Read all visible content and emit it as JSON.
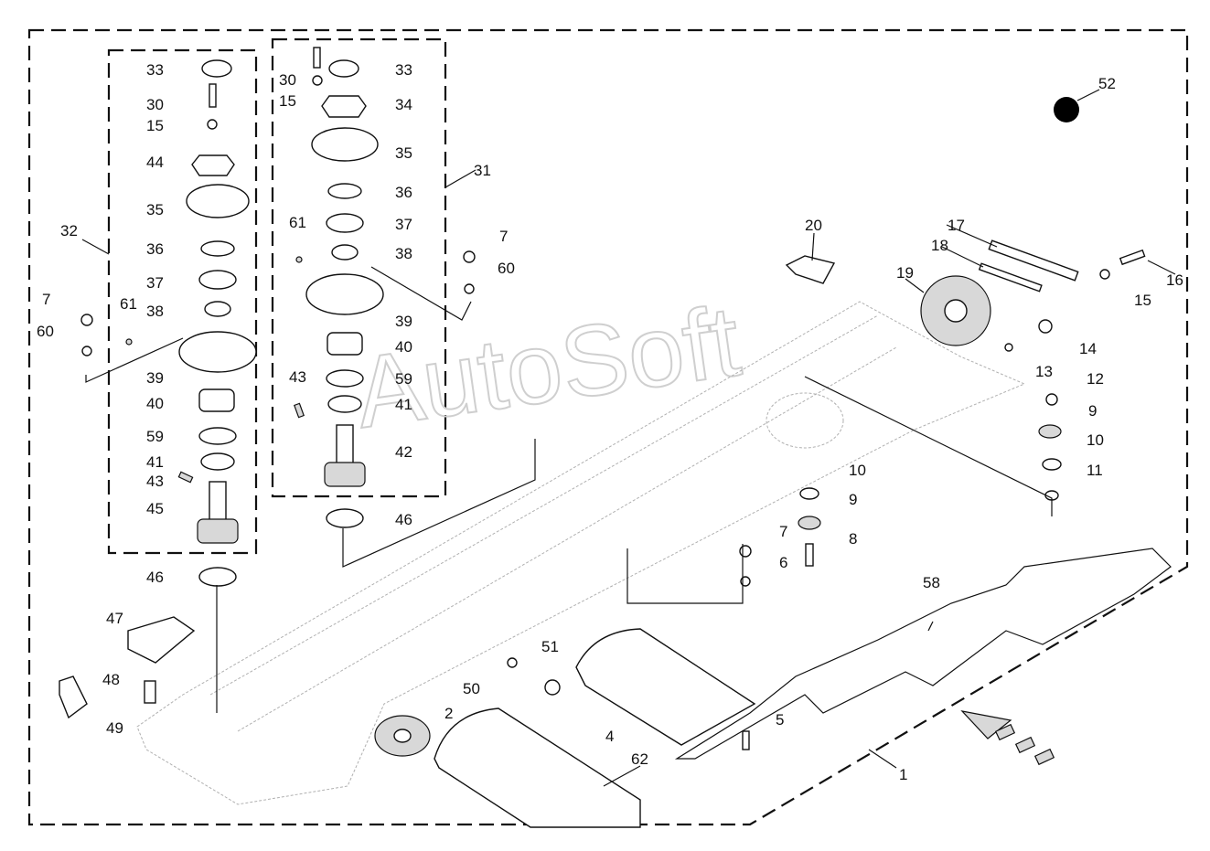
{
  "diagram": {
    "watermark": "AutoSoft",
    "callouts": [
      {
        "id": "c33a",
        "label": "33"
      },
      {
        "id": "c30a",
        "label": "30"
      },
      {
        "id": "c15a",
        "label": "15"
      },
      {
        "id": "c44",
        "label": "44"
      },
      {
        "id": "c35a",
        "label": "35"
      },
      {
        "id": "c32",
        "label": "32"
      },
      {
        "id": "c36a",
        "label": "36"
      },
      {
        "id": "c37a",
        "label": "37"
      },
      {
        "id": "c38a",
        "label": "38"
      },
      {
        "id": "c7a",
        "label": "7"
      },
      {
        "id": "c61a",
        "label": "61"
      },
      {
        "id": "c60a",
        "label": "60"
      },
      {
        "id": "c39a",
        "label": "39"
      },
      {
        "id": "c40a",
        "label": "40"
      },
      {
        "id": "c59a",
        "label": "59"
      },
      {
        "id": "c41a",
        "label": "41"
      },
      {
        "id": "c43a",
        "label": "43"
      },
      {
        "id": "c45",
        "label": "45"
      },
      {
        "id": "c46a",
        "label": "46"
      },
      {
        "id": "c47",
        "label": "47"
      },
      {
        "id": "c48",
        "label": "48"
      },
      {
        "id": "c49",
        "label": "49"
      },
      {
        "id": "c30b",
        "label": "30"
      },
      {
        "id": "c15b",
        "label": "15"
      },
      {
        "id": "c33b",
        "label": "33"
      },
      {
        "id": "c34",
        "label": "34"
      },
      {
        "id": "c35b",
        "label": "35"
      },
      {
        "id": "c31",
        "label": "31"
      },
      {
        "id": "c36b",
        "label": "36"
      },
      {
        "id": "c61b",
        "label": "61"
      },
      {
        "id": "c37b",
        "label": "37"
      },
      {
        "id": "c38b",
        "label": "38"
      },
      {
        "id": "c7b",
        "label": "7"
      },
      {
        "id": "c60b",
        "label": "60"
      },
      {
        "id": "c39b",
        "label": "39"
      },
      {
        "id": "c40b",
        "label": "40"
      },
      {
        "id": "c43b",
        "label": "43"
      },
      {
        "id": "c59b",
        "label": "59"
      },
      {
        "id": "c41b",
        "label": "41"
      },
      {
        "id": "c42",
        "label": "42"
      },
      {
        "id": "c46b",
        "label": "46"
      },
      {
        "id": "c52",
        "label": "52"
      },
      {
        "id": "c20",
        "label": "20"
      },
      {
        "id": "c17",
        "label": "17"
      },
      {
        "id": "c18",
        "label": "18"
      },
      {
        "id": "c19",
        "label": "19"
      },
      {
        "id": "c16",
        "label": "16"
      },
      {
        "id": "c15c",
        "label": "15"
      },
      {
        "id": "c14",
        "label": "14"
      },
      {
        "id": "c13",
        "label": "13"
      },
      {
        "id": "c12",
        "label": "12"
      },
      {
        "id": "c9a",
        "label": "9"
      },
      {
        "id": "c10a",
        "label": "10"
      },
      {
        "id": "c11",
        "label": "11"
      },
      {
        "id": "c10b",
        "label": "10"
      },
      {
        "id": "c9b",
        "label": "9"
      },
      {
        "id": "c7c",
        "label": "7"
      },
      {
        "id": "c8",
        "label": "8"
      },
      {
        "id": "c6",
        "label": "6"
      },
      {
        "id": "c58",
        "label": "58"
      },
      {
        "id": "c51",
        "label": "51"
      },
      {
        "id": "c50",
        "label": "50"
      },
      {
        "id": "c2",
        "label": "2"
      },
      {
        "id": "c4",
        "label": "4"
      },
      {
        "id": "c5",
        "label": "5"
      },
      {
        "id": "c62",
        "label": "62"
      },
      {
        "id": "c1",
        "label": "1"
      }
    ]
  }
}
